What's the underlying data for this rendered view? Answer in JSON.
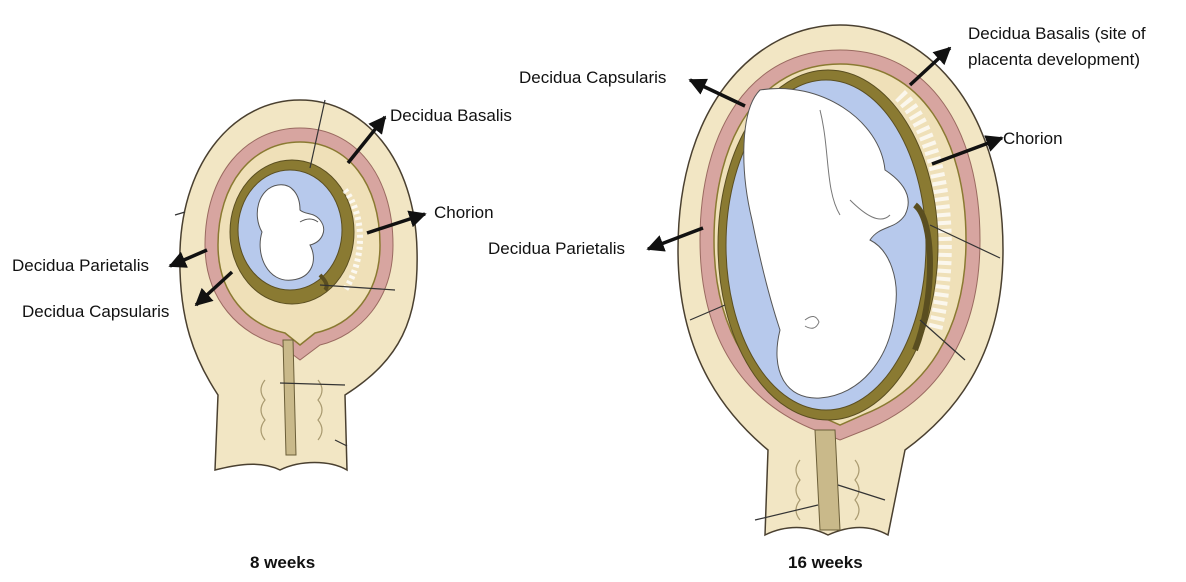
{
  "diagrams": [
    {
      "caption": "8 weeks",
      "labels": {
        "decidua_basalis": "Decidua Basalis",
        "chorion": "Chorion",
        "decidua_parietalis": "Decidua Parietalis",
        "decidua_capsularis": "Decidua Capsularis"
      }
    },
    {
      "caption": "16 weeks",
      "labels": {
        "decidua_capsularis": "Decidua Capsularis",
        "decidua_basalis_line1": "Decidua Basalis (site of",
        "decidua_basalis_line2": "placenta development)",
        "chorion": "Chorion",
        "decidua_parietalis": "Decidua Parietalis"
      }
    }
  ],
  "colors": {
    "uterine_wall": "#f2e6c4",
    "wall_outline": "#4a4030",
    "decidua_pink": "#d7a5a0",
    "chorion_olive": "#8a7a32",
    "amniotic_blue": "#b7c9ec",
    "fetus": "#ffffff",
    "arrow": "#111111"
  }
}
